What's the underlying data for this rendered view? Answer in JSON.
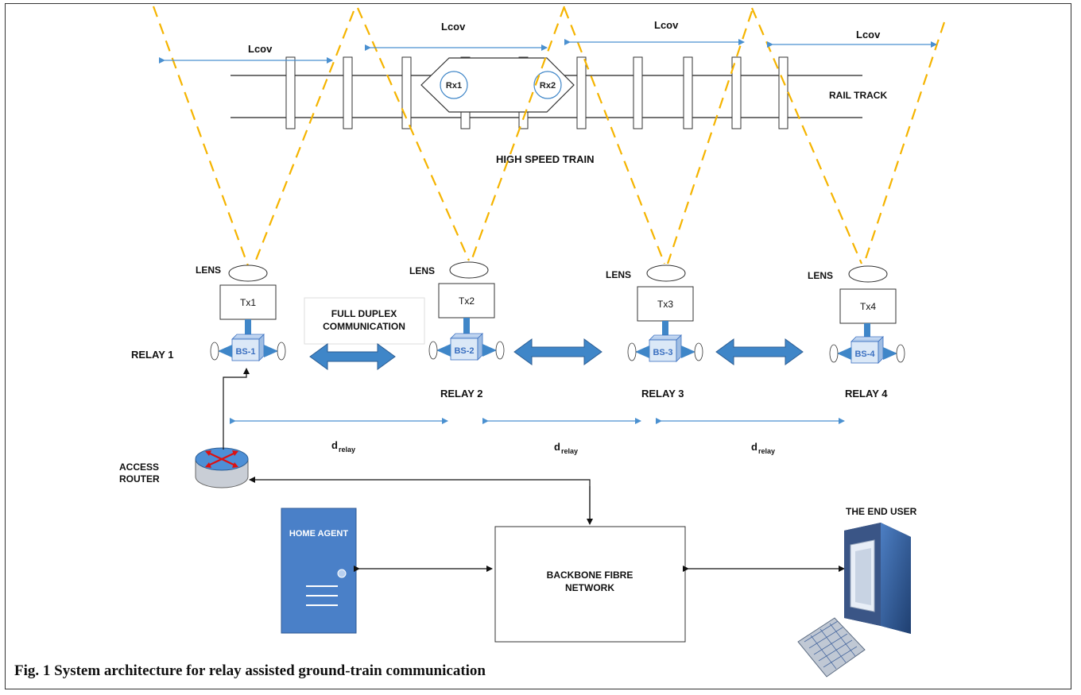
{
  "labels": {
    "lcov": "Lcov",
    "rail_track": "RAIL TRACK",
    "train": "HIGH SPEED TRAIN",
    "rx1": "Rx1",
    "rx2": "Rx2",
    "lens": "LENS",
    "full_duplex_1": "FULL DUPLEX",
    "full_duplex_2": "COMMUNICATION",
    "d": "d",
    "relay_sub": "relay",
    "access_router_1": "ACCESS",
    "access_router_2": "ROUTER",
    "home_agent": "HOME AGENT",
    "backbone_1": "BACKBONE FIBRE",
    "backbone_2": "NETWORK",
    "end_user": "THE END USER"
  },
  "relays": [
    {
      "relay": "RELAY 1",
      "tx": "Tx1",
      "bs": "BS-1"
    },
    {
      "relay": "RELAY 2",
      "tx": "Tx2",
      "bs": "BS-2"
    },
    {
      "relay": "RELAY 3",
      "tx": "Tx3",
      "bs": "BS-3"
    },
    {
      "relay": "RELAY 4",
      "tx": "Tx4",
      "bs": "BS-4"
    }
  ],
  "caption": "Fig. 1 System architecture for relay assisted ground-train communication",
  "colors": {
    "beam": "#f5b400",
    "arrow_blue": "#3f86c8",
    "coverage_arrow": "#4a90d0",
    "home_agent": "#4a80c8",
    "bs_text": "#3a6fc0"
  }
}
